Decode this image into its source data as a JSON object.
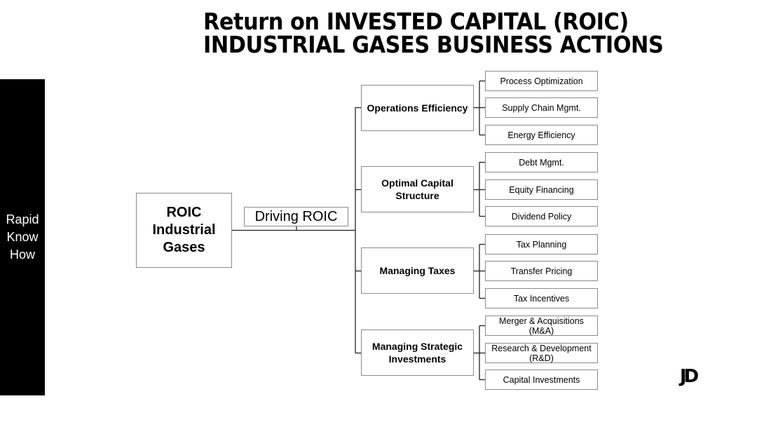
{
  "title": {
    "line1": "Return on INVESTED CAPITAL (ROIC)",
    "line2": "INDUSTRIAL GASES BUSINESS ACTIONS"
  },
  "sidebar": {
    "lines": [
      "Rapid",
      "Know",
      "How"
    ]
  },
  "root": {
    "lines": [
      "ROIC",
      "Industrial",
      "Gases"
    ]
  },
  "driver": {
    "label": "Driving ROIC"
  },
  "branches": [
    {
      "lines": [
        "Operations Efficiency"
      ],
      "leaves": [
        [
          "Process Optimization"
        ],
        [
          "Supply Chain Mgmt."
        ],
        [
          "Energy Efficiency"
        ]
      ]
    },
    {
      "lines": [
        "Optimal Capital",
        "Structure"
      ],
      "leaves": [
        [
          "Debt Mgmt."
        ],
        [
          "Equity Financing"
        ],
        [
          "Dividend Policy"
        ]
      ]
    },
    {
      "lines": [
        "Managing Taxes"
      ],
      "leaves": [
        [
          "Tax Planning"
        ],
        [
          "Transfer Pricing"
        ],
        [
          "Tax Incentives"
        ]
      ]
    },
    {
      "lines": [
        "Managing Strategic",
        "Investments"
      ],
      "leaves": [
        [
          "Merger & Acquisitions",
          "(M&A)"
        ],
        [
          "Research & Development",
          "(R&D)"
        ],
        [
          "Capital Investments"
        ]
      ]
    }
  ],
  "signature": {
    "initials": "JD"
  }
}
